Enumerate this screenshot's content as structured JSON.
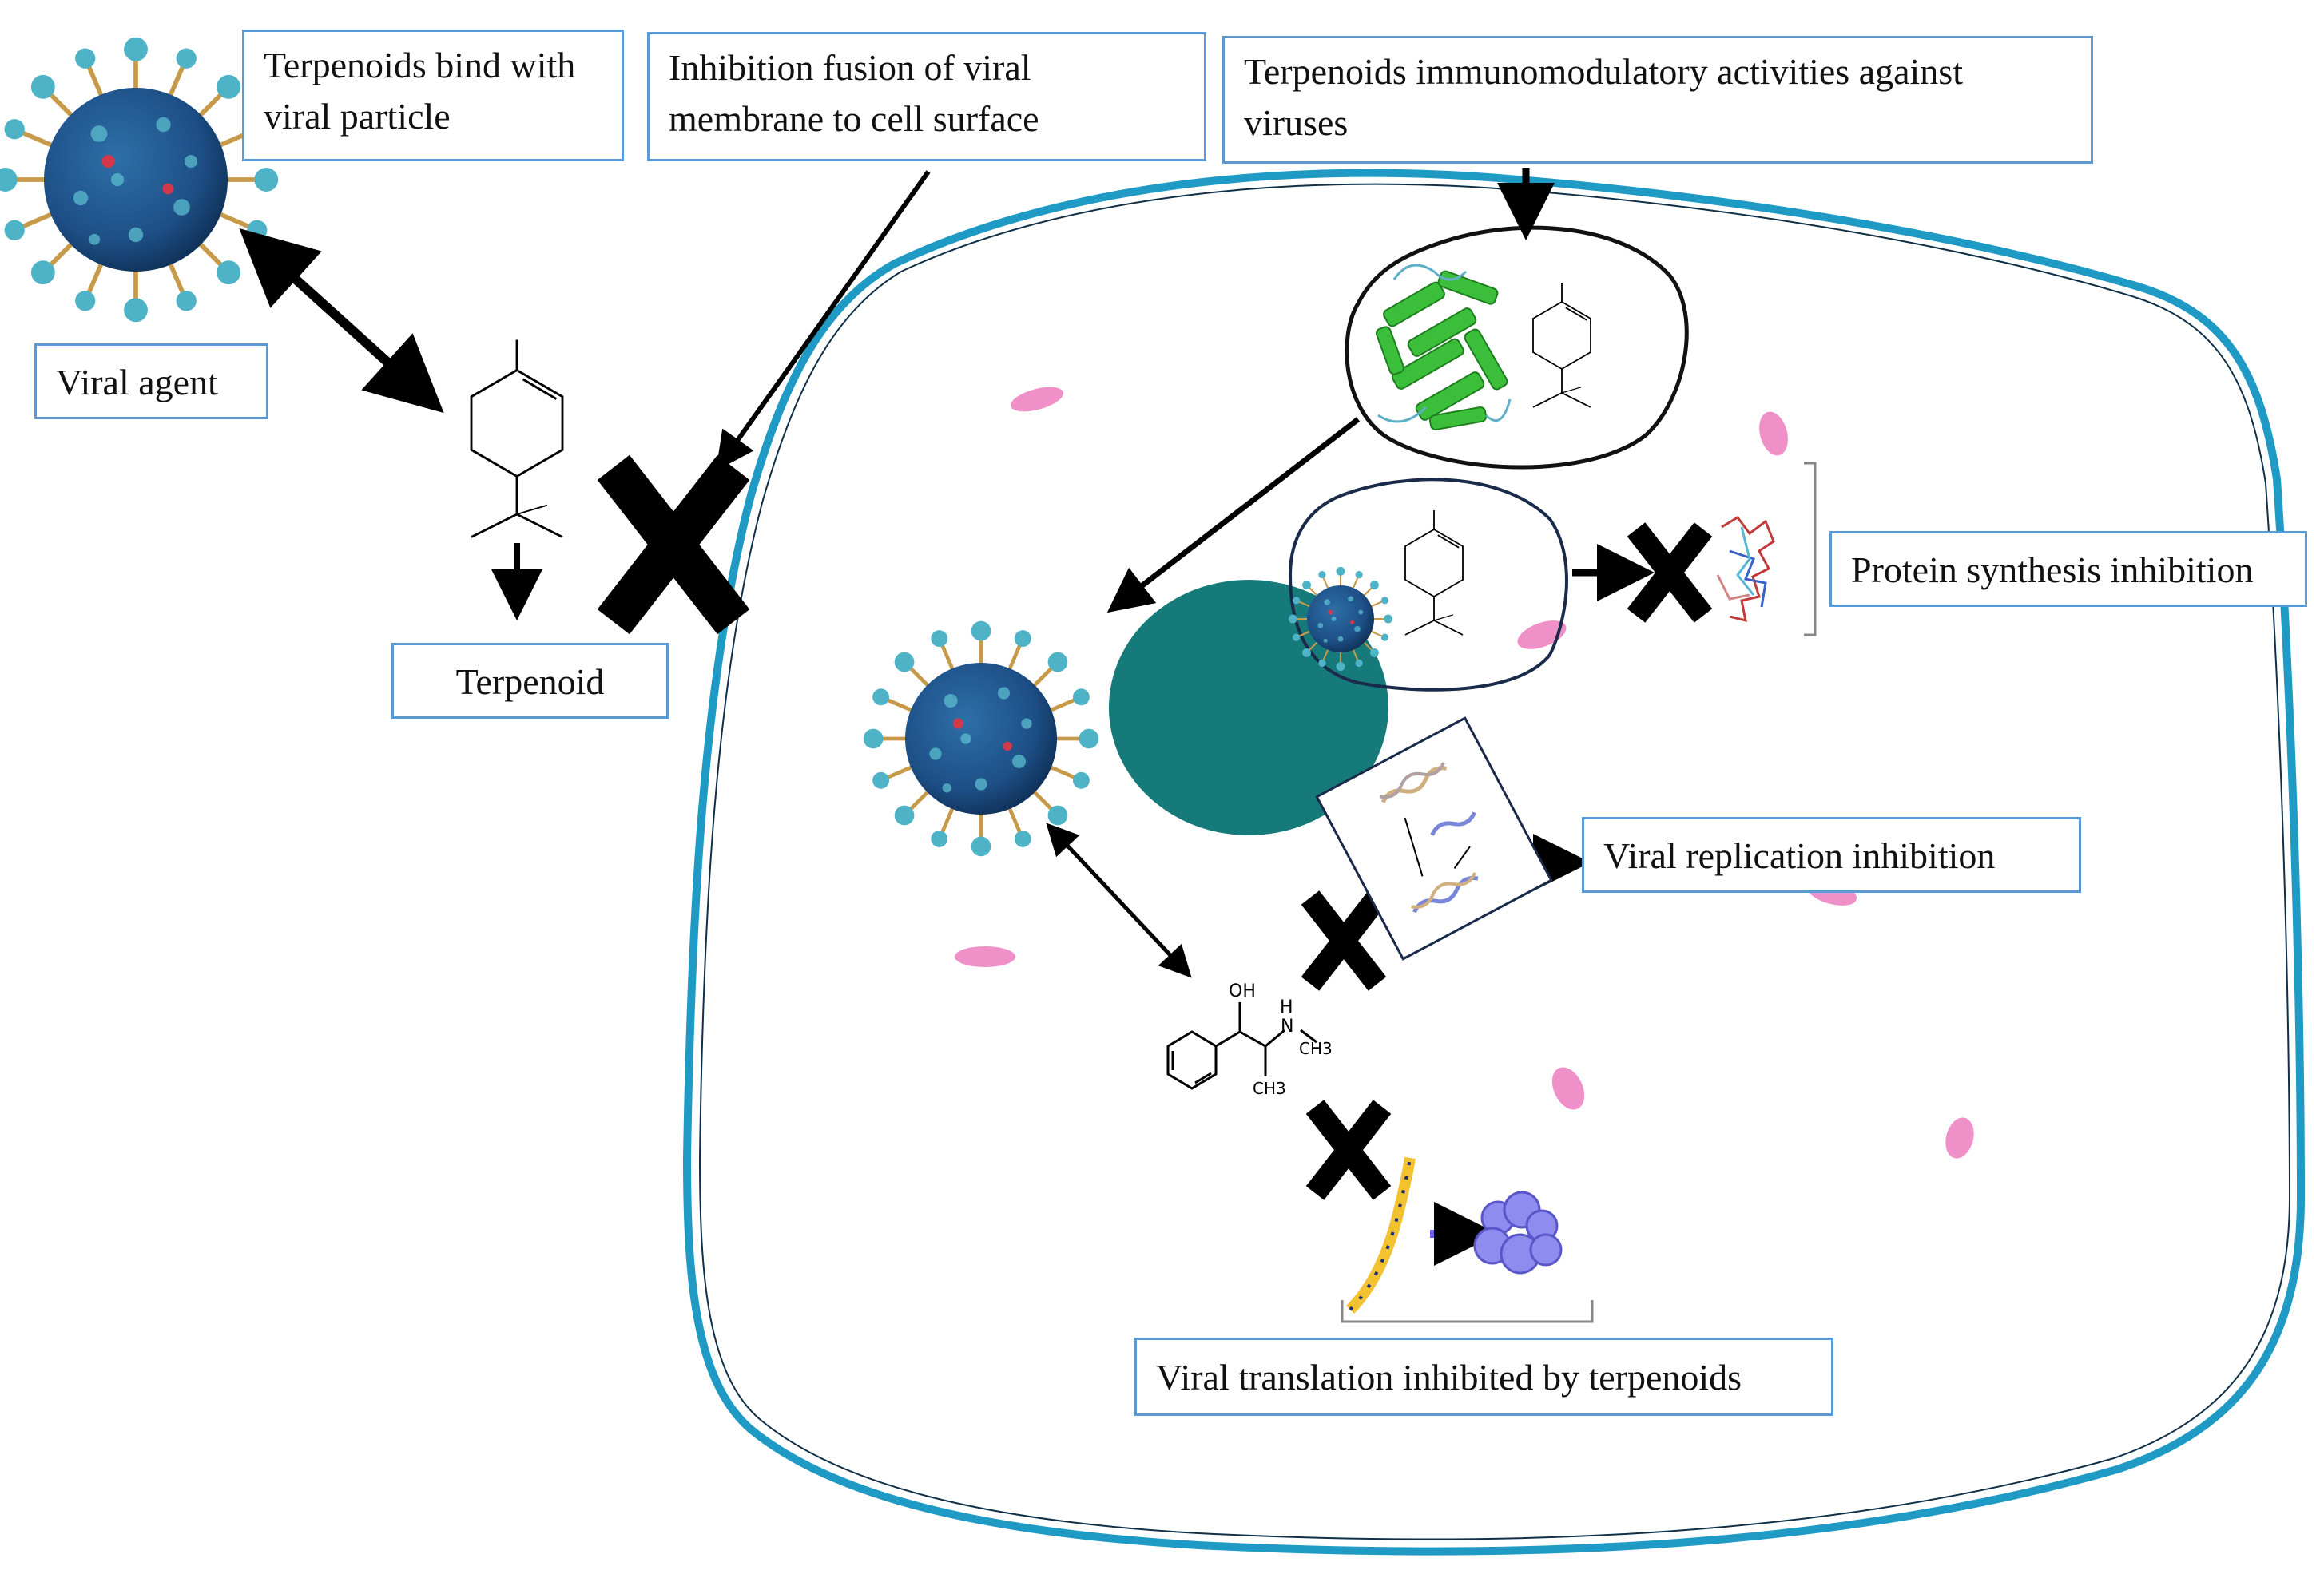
{
  "labels": {
    "bind": "Terpenoids bind with viral particle",
    "bind_l1": "Terpenoids bind with",
    "bind_l2": "viral particle",
    "fusion_l1": "Inhibition fusion of viral",
    "fusion_l2": "membrane to cell surface",
    "immuno_l1": "Terpenoids immunomodulatory activities against",
    "immuno_l2": "viruses",
    "viral_agent": "Viral agent",
    "terpenoid": "Terpenoid",
    "protein_synthesis": "Protein synthesis inhibition",
    "viral_replication": "Viral replication inhibition",
    "viral_translation": "Viral translation inhibited by terpenoids"
  },
  "molecule_text": {
    "oh": "OH",
    "h": "H",
    "n": "N",
    "ch3_a": "CH3",
    "ch3_b": "CH3"
  },
  "colors": {
    "cell_membrane": "#1f9ac4",
    "nucleus": "#177a7a",
    "organelle": "#f090c8",
    "box_border": "#5b9bd5",
    "virus_body": "#1d4f86",
    "virus_spike": "#c79a4a",
    "virus_tip": "#4fb3c8",
    "protein_green": "#3bbf3b",
    "ribosome": "#8f8cf0",
    "mrna": "#f2c230"
  }
}
